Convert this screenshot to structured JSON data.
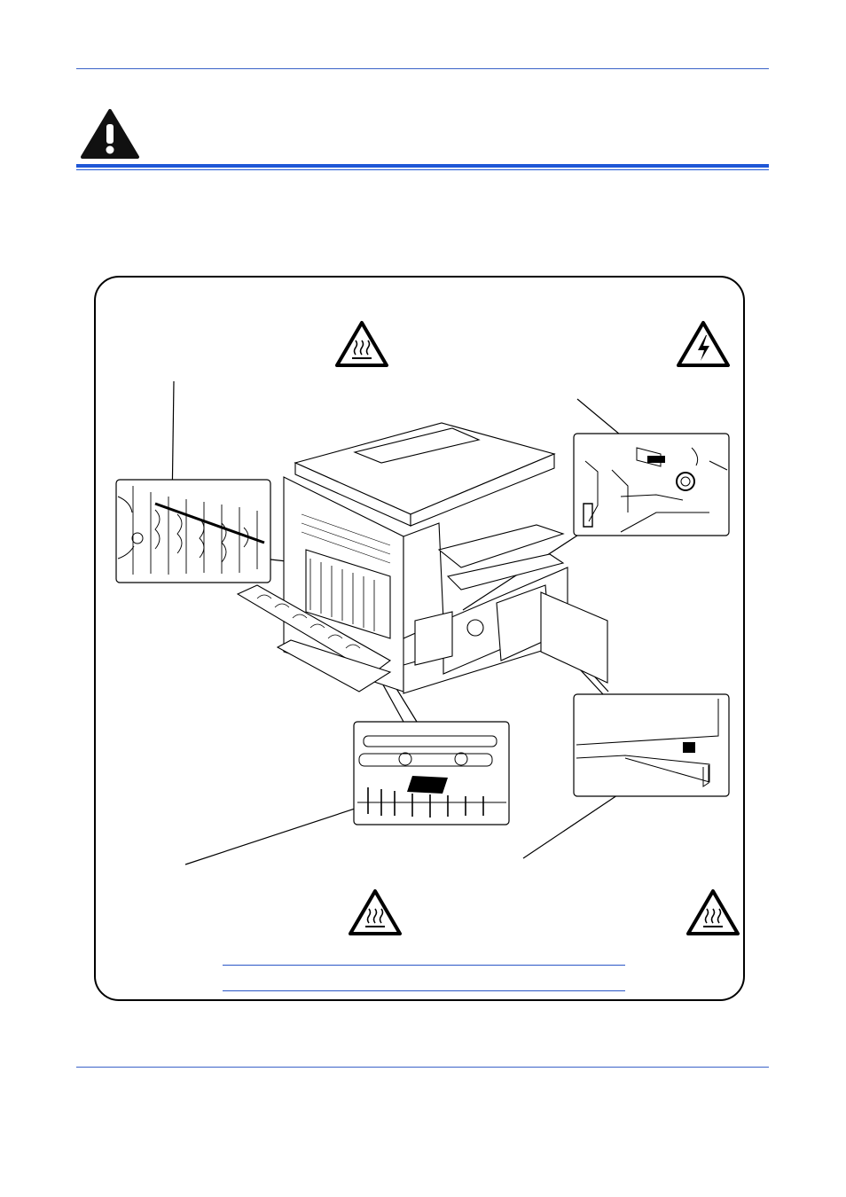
{
  "page": {
    "accent_color": "#1f57d6",
    "header_icon": "caution-exclamation-icon"
  },
  "figure": {
    "warning_labels": [
      {
        "name": "hot-surface-warning-icon",
        "position": "top-center"
      },
      {
        "name": "high-voltage-warning-icon",
        "position": "top-right"
      },
      {
        "name": "hot-surface-warning-icon",
        "position": "bottom-center"
      },
      {
        "name": "hot-surface-warning-icon",
        "position": "bottom-right"
      }
    ],
    "callouts": [
      "fuser-unit-detail",
      "charger-detail",
      "paper-guide-detail",
      "inner-cover-detail"
    ]
  }
}
